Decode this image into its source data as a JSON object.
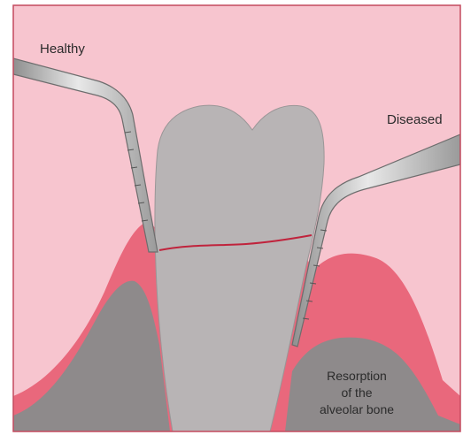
{
  "labels": {
    "healthy": "Healthy",
    "diseased": "Diseased",
    "resorption_line1": "Resorption",
    "resorption_line2": "of the",
    "resorption_line3": "alveolar bone"
  },
  "colors": {
    "background": "#f7c5cf",
    "gum": "#e9687c",
    "gum_dark": "#d95068",
    "bone": "#8e8a8b",
    "tooth": "#b8b4b5",
    "tooth_edge": "#9a9697",
    "probe": "#c9c9c9",
    "attachment_line": "#c0233c",
    "frame": "#c44a5f"
  }
}
